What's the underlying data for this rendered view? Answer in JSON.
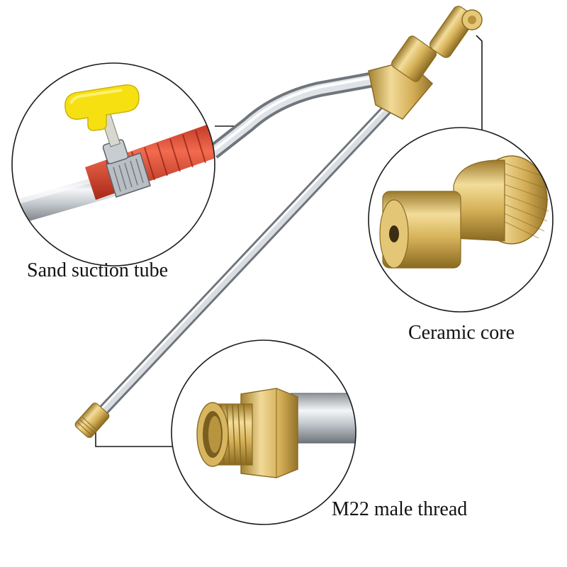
{
  "labels": {
    "sand_suction_tube": "Sand suction tube",
    "ceramic_core": "Ceramic core",
    "m22_male_thread": "M22 male thread"
  },
  "colors": {
    "background": "#ffffff",
    "brass": "#d9b45a",
    "steel": "#c9cdd1",
    "hose_red": "#e0452e",
    "handle_yellow": "#f6e012",
    "circle_border": "#1a1a1a"
  }
}
